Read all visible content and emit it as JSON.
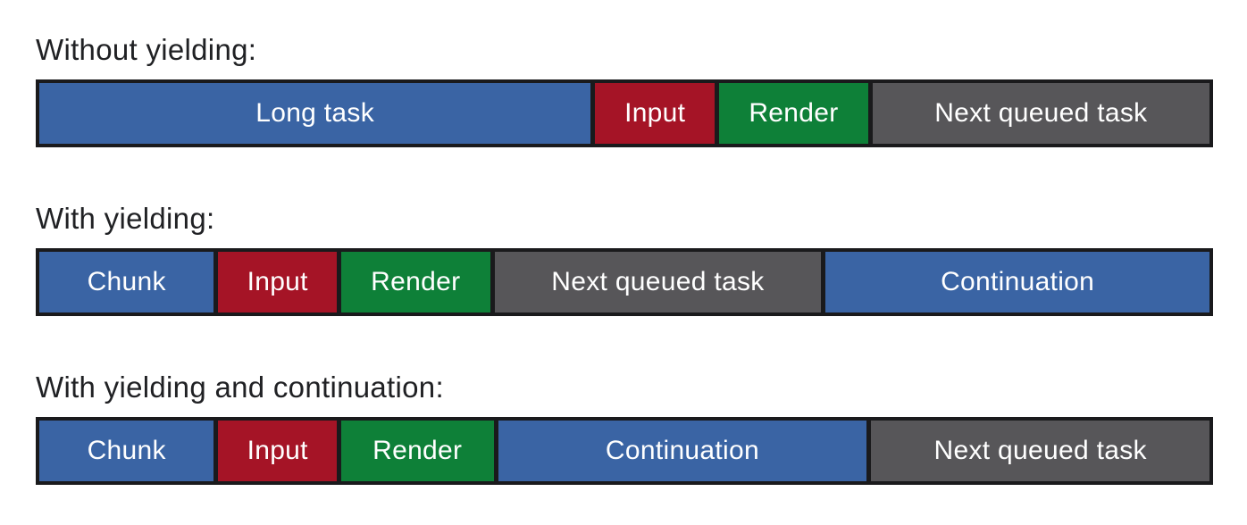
{
  "figure": {
    "background": "#ffffff",
    "heading_text_color": "#202124",
    "segment_text_color": "#ffffff",
    "border_color": "#1a1a1c"
  },
  "legend_colors": {
    "task_blue": "#3a64a4",
    "input_red": "#a51426",
    "render_green": "#0e8038",
    "queued_gray": "#575659"
  },
  "sections": [
    {
      "label": "Without yielding:",
      "segments": [
        {
          "label": "Long task",
          "kind": "task",
          "color": "#3a64a4",
          "width_pct": 47.5
        },
        {
          "label": "Input",
          "kind": "input",
          "color": "#a51426",
          "width_pct": 10.6
        },
        {
          "label": "Render",
          "kind": "render",
          "color": "#0e8038",
          "width_pct": 13.1
        },
        {
          "label": "Next queued task",
          "kind": "queued",
          "color": "#575659",
          "width_pct": 28.8
        }
      ]
    },
    {
      "label": "With yielding:",
      "segments": [
        {
          "label": "Chunk",
          "kind": "task",
          "color": "#3a64a4",
          "width_pct": 15.3
        },
        {
          "label": "Input",
          "kind": "input",
          "color": "#a51426",
          "width_pct": 10.5
        },
        {
          "label": "Render",
          "kind": "render",
          "color": "#0e8038",
          "width_pct": 13.1
        },
        {
          "label": "Next queued task",
          "kind": "queued",
          "color": "#575659",
          "width_pct": 28.3
        },
        {
          "label": "Continuation",
          "kind": "task",
          "color": "#3a64a4",
          "width_pct": 32.8
        }
      ]
    },
    {
      "label": "With yielding and continuation:",
      "segments": [
        {
          "label": "Chunk",
          "kind": "task",
          "color": "#3a64a4",
          "width_pct": 15.3
        },
        {
          "label": "Input",
          "kind": "input",
          "color": "#a51426",
          "width_pct": 10.5
        },
        {
          "label": "Render",
          "kind": "render",
          "color": "#0e8038",
          "width_pct": 13.4
        },
        {
          "label": "Continuation",
          "kind": "task",
          "color": "#3a64a4",
          "width_pct": 31.9
        },
        {
          "label": "Next queued task",
          "kind": "queued",
          "color": "#575659",
          "width_pct": 28.9
        }
      ]
    }
  ]
}
